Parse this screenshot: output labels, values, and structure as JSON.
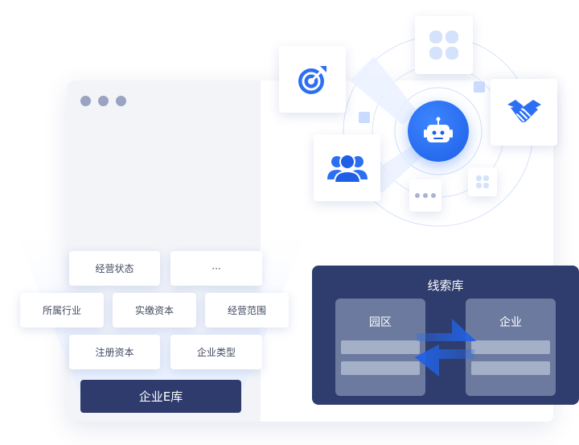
{
  "tags": [
    "经营状态",
    "···",
    "所属行业",
    "实缴资本",
    "经营范围",
    "注册资本",
    "企业类型"
  ],
  "library_button": "企业E库",
  "clue_panel": {
    "title": "线索库",
    "left_card": "园区",
    "right_card": "企业"
  },
  "icons": [
    "target-icon",
    "clover-icon",
    "handshake-icon",
    "robot-icon",
    "users-icon",
    "more-icon",
    "small-clover-icon"
  ],
  "colors": {
    "accent_blue": "#1e5fe6",
    "panel_navy": "#2e3d6d",
    "window_dots": "#9aa3c2"
  }
}
